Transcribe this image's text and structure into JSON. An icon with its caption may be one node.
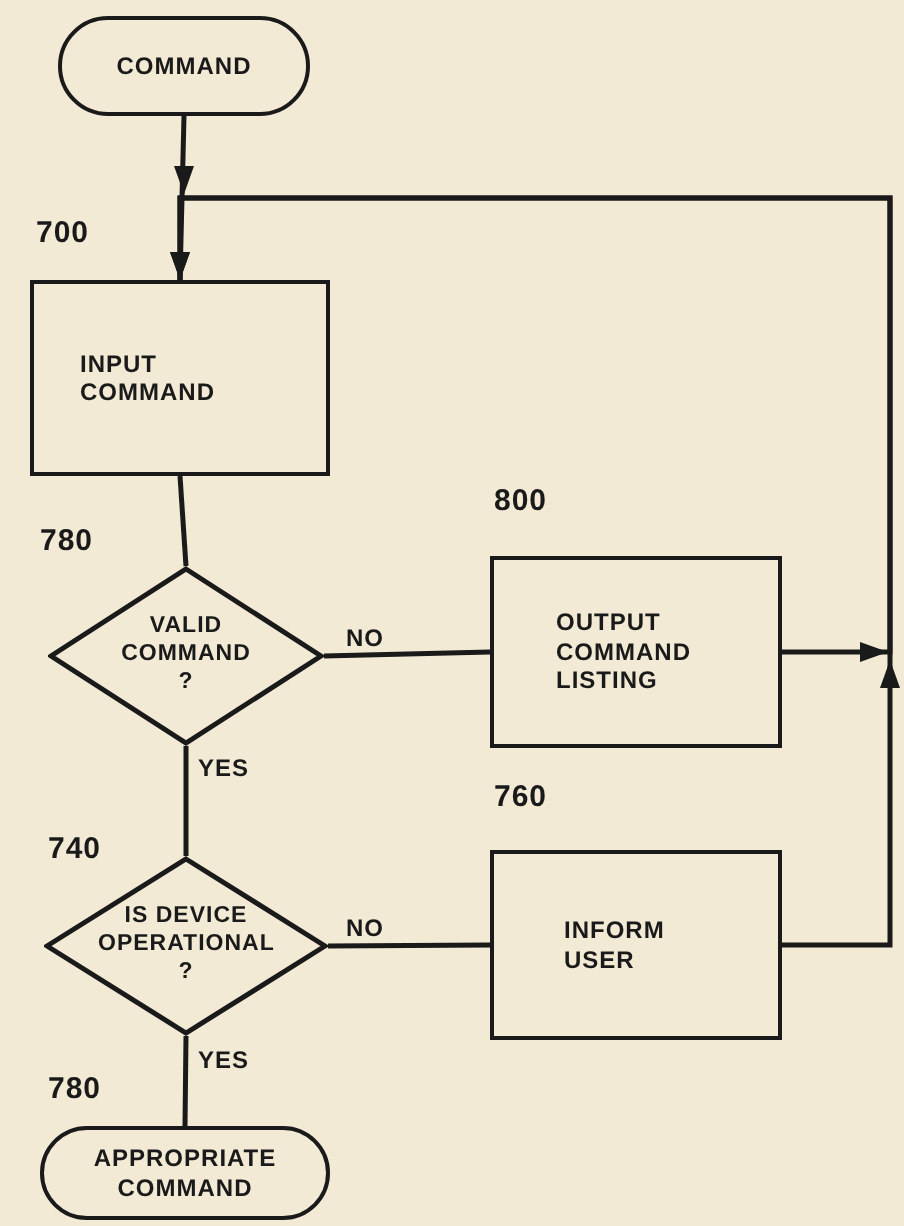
{
  "diagram": {
    "nodes": [
      {
        "text": [
          "COMMAND"
        ]
      },
      {
        "text": [
          "INPUT COMMAND"
        ],
        "beside": [
          "700"
        ]
      },
      {
        "text": [
          "VALID COMMAND ?"
        ],
        "beside": [
          "780"
        ]
      },
      {
        "text": [
          "OUTPUT COMMAND LISTING"
        ],
        "beside": [
          "800"
        ]
      },
      {
        "text": [
          "IS DEVICE OPERATIONAL ?"
        ],
        "beside": [
          "740"
        ]
      },
      {
        "text": [
          "INFORM USER"
        ],
        "beside": [
          "760"
        ]
      },
      {
        "text": [
          "APPROPRIATE COMMAND"
        ],
        "beside": [
          "780"
        ]
      }
    ],
    "edges": [
      {
        "from": 0,
        "to": 1,
        "arrow": "to"
      },
      {
        "from": 1,
        "to": 2,
        "arrow": "none"
      },
      {
        "from": 2,
        "to": 3,
        "label": "NO",
        "arrow": "none"
      },
      {
        "from": 2,
        "to": 4,
        "label": "YES",
        "arrow": "none"
      },
      {
        "from": 4,
        "to": 5,
        "label": "NO",
        "arrow": "none"
      },
      {
        "from": 4,
        "to": 6,
        "label": "YES",
        "arrow": "none"
      },
      {
        "from": 3,
        "to": 1,
        "arrow": "to"
      },
      {
        "from": 5,
        "to": 1,
        "arrow": "to"
      }
    ]
  }
}
